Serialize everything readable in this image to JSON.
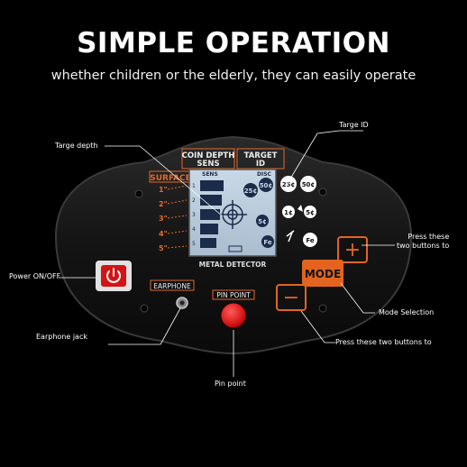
{
  "headline": "SIMPLE OPERATION",
  "subheadline": "whether children or the elderly, they can easily operate",
  "device": {
    "coin_depth_label": [
      "COIN DEPTH",
      "SENS"
    ],
    "target_id_label": [
      "TARGET",
      "ID"
    ],
    "surface_label": "SURFACE",
    "sens_label": "SENS",
    "disc_label": "DISC",
    "depth_marks": [
      "1",
      "2",
      "3",
      "4",
      "5"
    ],
    "depth_inches": [
      "1\"",
      "2\"",
      "3\"",
      "4\"",
      "5\""
    ],
    "coins_row1": [
      "25¢",
      "50¢"
    ],
    "coins_row2": [
      "1¢",
      "5¢"
    ],
    "coins_row3": [
      "Fe"
    ],
    "screen_coins": [
      "25¢",
      "50¢",
      "5¢",
      "Fe"
    ],
    "brand": "METAL DETECTOR",
    "earphone_label": "EARPHONE",
    "pinpoint_label": "PIN POINT",
    "mode_label": "MODE",
    "plus_symbol": "+",
    "minus_symbol": "−"
  },
  "callouts": {
    "targe_depth": "Targe depth",
    "targe_id": "Targe ID",
    "press_these": [
      "Press these",
      "two buttons to"
    ],
    "power": "Power ON/OFF",
    "mode_selection": "Mode Selection",
    "press_bottom": "Press these two buttons to",
    "earphone_jack": "Earphone jack",
    "pin_point": "Pin point"
  }
}
